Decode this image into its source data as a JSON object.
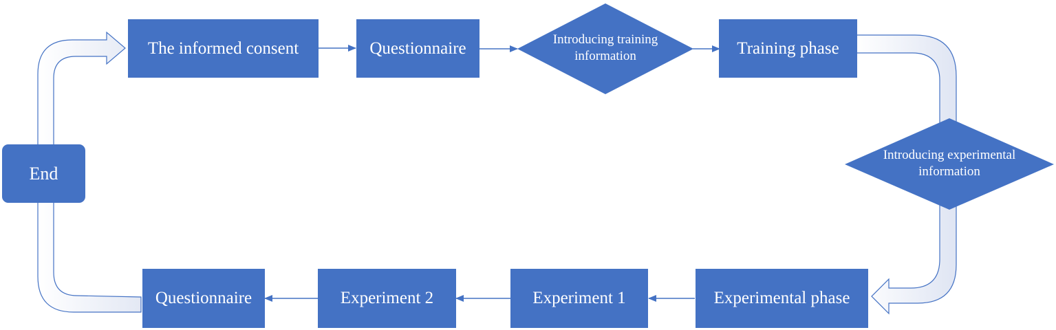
{
  "colors": {
    "box_fill": "#4472c4",
    "box_text": "#ffffff",
    "connector": "#4472c4",
    "loop_arrow_outline": "#4472c4",
    "loop_arrow_fill": "#e9edf7"
  },
  "nodes": {
    "informed_consent": "The informed consent",
    "questionnaire_top": "Questionnaire",
    "intro_training": "Introducing training information",
    "training_phase": "Training phase",
    "intro_experimental": "Introducing experimental information",
    "experimental_phase": "Experimental phase",
    "experiment_1": "Experiment 1",
    "experiment_2": "Experiment 2",
    "questionnaire_bottom": "Questionnaire",
    "end": "End"
  }
}
